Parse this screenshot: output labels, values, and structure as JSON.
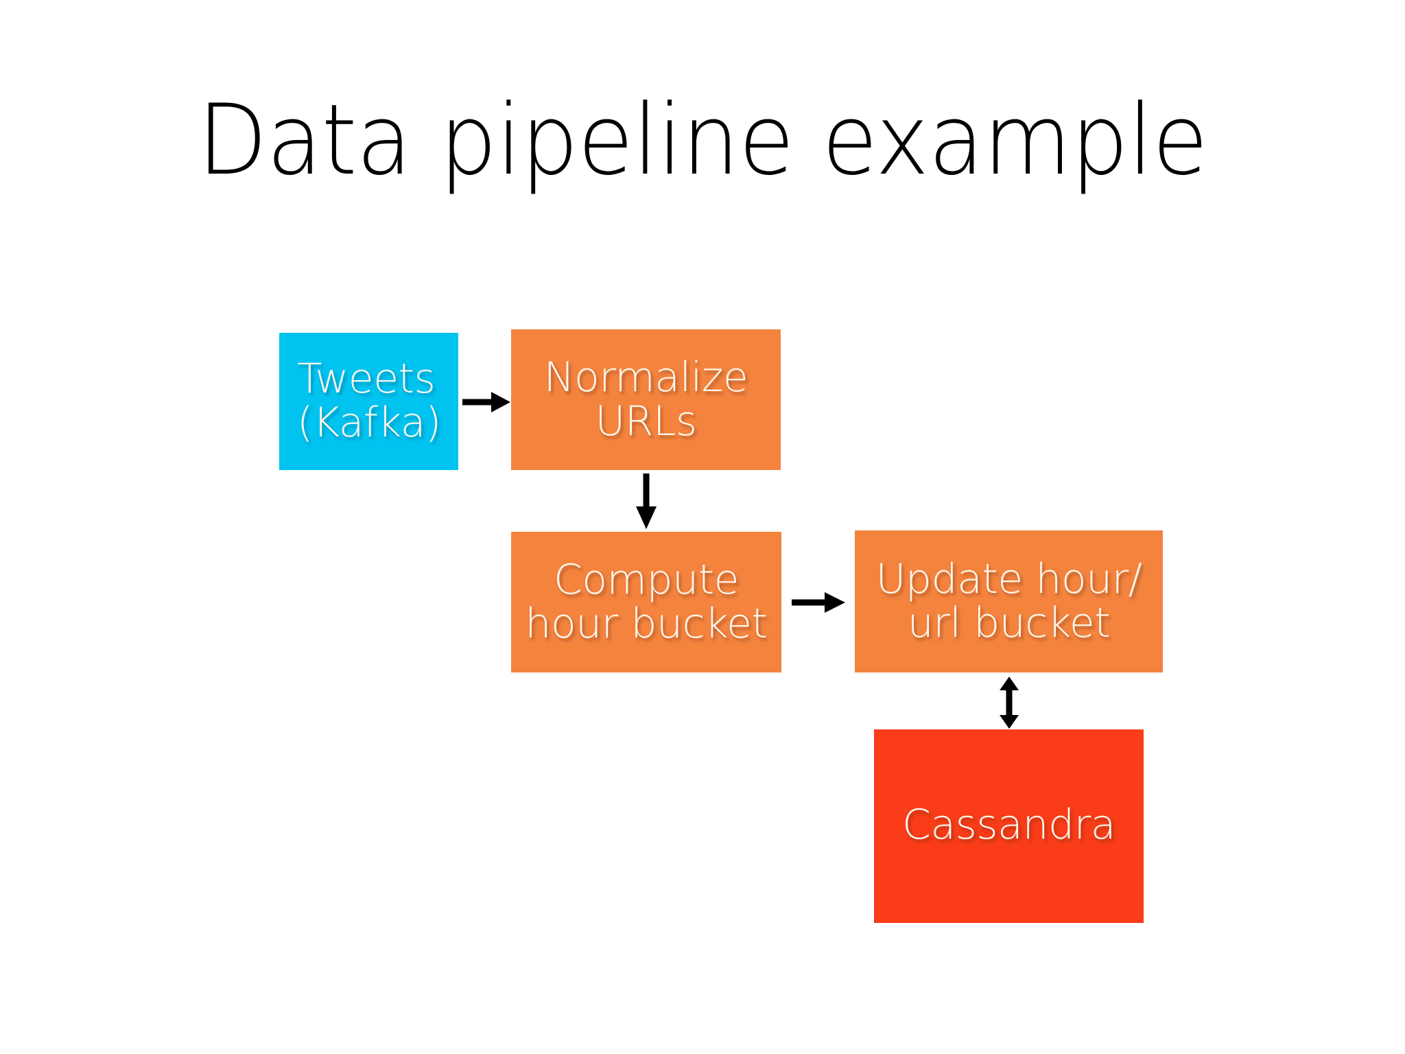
{
  "slide": {
    "title": "Data pipeline example",
    "background_color": "#FFFFFF"
  },
  "palette": {
    "source_blue": "#00C3F0",
    "process_orange": "#F4833E",
    "store_red": "#FA3C18",
    "node_text": "#FDF6EC",
    "arrow": "#000000",
    "title_text": "#000000"
  },
  "diagram": {
    "type": "flowchart",
    "nodes": [
      {
        "id": "tweets",
        "lines": [
          "Tweets",
          "(Kafka)"
        ],
        "line1": "Tweets",
        "line2": "(Kafka)",
        "color": "#00C3F0",
        "role": "source"
      },
      {
        "id": "normalize",
        "lines": [
          "Normalize",
          "URLs"
        ],
        "line1": "Normalize",
        "line2": "URLs",
        "color": "#F4833E",
        "role": "process"
      },
      {
        "id": "compute",
        "lines": [
          "Compute",
          "hour bucket"
        ],
        "line1": "Compute",
        "line2": "hour bucket",
        "color": "#F4833E",
        "role": "process"
      },
      {
        "id": "update",
        "lines": [
          "Update hour/",
          "url bucket"
        ],
        "line1": "Update hour/",
        "line2": "url bucket",
        "color": "#F4833E",
        "role": "process"
      },
      {
        "id": "cassandra",
        "lines": [
          "Cassandra"
        ],
        "line1": "Cassandra",
        "color": "#FA3C18",
        "role": "datastore"
      }
    ],
    "edges": [
      {
        "id": "tweets-to-normalize",
        "from": "tweets",
        "to": "normalize",
        "direction": "right",
        "style": "single"
      },
      {
        "id": "normalize-to-compute",
        "from": "normalize",
        "to": "compute",
        "direction": "down",
        "style": "single"
      },
      {
        "id": "compute-to-update",
        "from": "compute",
        "to": "update",
        "direction": "right",
        "style": "single"
      },
      {
        "id": "update-to-cassandra",
        "from": "update",
        "to": "cassandra",
        "direction": "vertical",
        "style": "double"
      }
    ]
  }
}
